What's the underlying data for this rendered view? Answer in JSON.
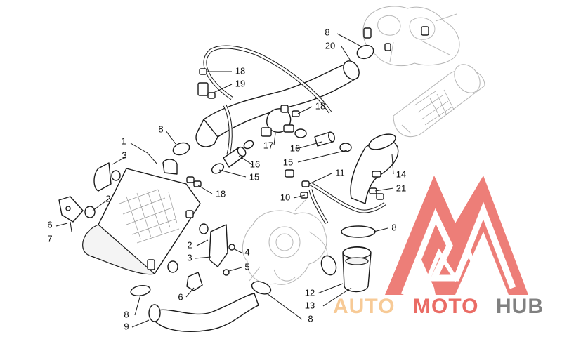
{
  "callouts": [
    {
      "id": "c1",
      "text": "1"
    },
    {
      "id": "c2a",
      "text": "2"
    },
    {
      "id": "c2b",
      "text": "2"
    },
    {
      "id": "c3a",
      "text": "3"
    },
    {
      "id": "c3b",
      "text": "3"
    },
    {
      "id": "c4",
      "text": "4"
    },
    {
      "id": "c5",
      "text": "5"
    },
    {
      "id": "c6a",
      "text": "6"
    },
    {
      "id": "c6b",
      "text": "6"
    },
    {
      "id": "c7",
      "text": "7"
    },
    {
      "id": "c8a",
      "text": "8"
    },
    {
      "id": "c8b",
      "text": "8"
    },
    {
      "id": "c8c",
      "text": "8"
    },
    {
      "id": "c8d",
      "text": "8"
    },
    {
      "id": "c8e",
      "text": "8"
    },
    {
      "id": "c9",
      "text": "9"
    },
    {
      "id": "c10",
      "text": "10"
    },
    {
      "id": "c11",
      "text": "11"
    },
    {
      "id": "c12",
      "text": "12"
    },
    {
      "id": "c13",
      "text": "13"
    },
    {
      "id": "c14",
      "text": "14"
    },
    {
      "id": "c15a",
      "text": "15"
    },
    {
      "id": "c15b",
      "text": "15"
    },
    {
      "id": "c16a",
      "text": "16"
    },
    {
      "id": "c16b",
      "text": "16"
    },
    {
      "id": "c17",
      "text": "17"
    },
    {
      "id": "c18a",
      "text": "18"
    },
    {
      "id": "c18b",
      "text": "18"
    },
    {
      "id": "c18c",
      "text": "18"
    },
    {
      "id": "c19",
      "text": "19"
    },
    {
      "id": "c20",
      "text": "20"
    },
    {
      "id": "c21",
      "text": "21"
    }
  ],
  "watermark": {
    "part1": "AUTO",
    "part2": "MOTO",
    "part3": "HUB",
    "color_light": "#f6c184",
    "color_red": "#e7534b",
    "color_gray": "#6b6b6b"
  }
}
